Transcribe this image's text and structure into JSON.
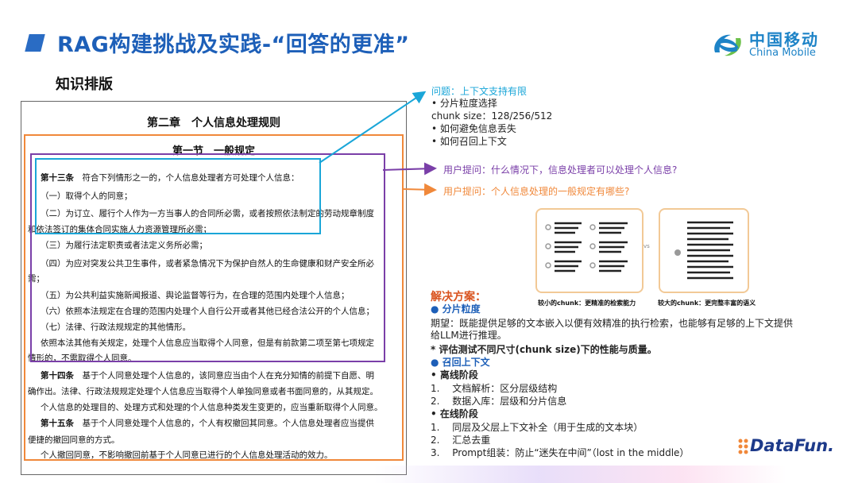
{
  "header": {
    "title": "RAG构建挑战及实践-“回答的更准”",
    "logo_cn": "中国移动",
    "logo_en": "China Mobile",
    "subtitle": "知识排版"
  },
  "document": {
    "chapter": "第二章　个人信息处理规则",
    "section": "第一节　一般规定",
    "lines": [
      {
        "lead": "第十三条",
        "text": "　符合下列情形之一的，个人信息处理者方可处理个人信息："
      },
      {
        "lead": "",
        "text": "（一）取得个人的同意；"
      },
      {
        "lead": "",
        "text": "（二）为订立、履行个人作为一方当事人的合同所必需，或者按照依法制定的劳动规章制度"
      },
      {
        "lead": "",
        "text": "和依法签订的集体合同实施人力资源管理所必需；"
      },
      {
        "lead": "",
        "text": "（三）为履行法定职责或者法定义务所必需；"
      },
      {
        "lead": "",
        "text": "（四）为应对突发公共卫生事件，或者紧急情况下为保护自然人的生命健康和财产安全所必"
      },
      {
        "lead": "",
        "text": "需；"
      },
      {
        "lead": "",
        "text": "（五）为公共利益实施新闻报道、舆论监督等行为，在合理的范围内处理个人信息；"
      },
      {
        "lead": "",
        "text": "（六）依照本法规定在合理的范围内处理个人自行公开或者其他已经合法公开的个人信息；"
      },
      {
        "lead": "",
        "text": "（七）法律、行政法规规定的其他情形。"
      },
      {
        "lead": "",
        "text": "依照本法其他有关规定，处理个人信息应当取得个人同意，但是有前款第二项至第七项规定"
      },
      {
        "lead": "",
        "text": "情形的，不需取得个人同意。"
      },
      {
        "lead": "第十四条",
        "text": "　基于个人同意处理个人信息的，该同意应当由个人在充分知情的前提下自愿、明"
      },
      {
        "lead": "",
        "text": "确作出。法律、行政法规规定处理个人信息应当取得个人单独同意或者书面同意的，从其规定。"
      },
      {
        "lead": "",
        "text": "个人信息的处理目的、处理方式和处理的个人信息种类发生变更的，应当重新取得个人同意。"
      },
      {
        "lead": "第十五条",
        "text": "　基于个人同意处理个人信息的，个人有权撤回其同意。个人信息处理者应当提供"
      },
      {
        "lead": "",
        "text": "便捷的撤回同意的方式。"
      },
      {
        "lead": "",
        "text": "个人撤回同意，不影响撤回前基于个人同意已进行的个人信息处理活动的效力。"
      }
    ]
  },
  "problem": {
    "title": "问题：上下文支持有限",
    "items": [
      "•  分片粒度选择",
      "    chunk size：128/256/512",
      "•  如何避免信息丢失",
      "•  如何召回上下文"
    ]
  },
  "user_questions": {
    "q1": "用户提问：什么情况下，信息处理者可以处理个人信息?",
    "q2": "用户提问：个人信息处理的一般规定有哪些?"
  },
  "illustration": {
    "vs": "vs",
    "small_caption": "较小的chunk：更精准的检索能力",
    "large_caption": "较大的chunk：更完整丰富的语义"
  },
  "solution": {
    "title": "解决方案：",
    "lines": [
      {
        "text": "●  分片粒度",
        "style": "blue"
      },
      {
        "text": "期望：既能提供足够的文本嵌入以便有效精准的执行检索，也能够有足够的上下文提供",
        "style": ""
      },
      {
        "text": "给LLM进行推理。",
        "style": ""
      },
      {
        "text": "* 评估测试不同尺寸(chunk size)下的性能与质量。",
        "style": "bold"
      },
      {
        "text": "●  召回上下文",
        "style": "blue"
      },
      {
        "text": "•  离线阶段",
        "style": "bold"
      },
      {
        "text": "1.　  文档解析：区分层级结构",
        "style": ""
      },
      {
        "text": "2.　  数据入库：层级和分片信息",
        "style": ""
      },
      {
        "text": "•  在线阶段",
        "style": "bold"
      },
      {
        "text": "1.　  同层及父层上下文补全（用于生成的文本块）",
        "style": ""
      },
      {
        "text": "2.　  汇总去重",
        "style": ""
      },
      {
        "text": "3.　  Prompt组装：防止“迷失在中间”（lost in the middle）",
        "style": ""
      }
    ]
  },
  "footer": {
    "brand": "DataFun."
  },
  "colors": {
    "title_blue": "#1d5fb8",
    "orange": "#f0883a",
    "purple": "#7a3fa8",
    "cyan": "#1aa6d8",
    "solution_red": "#d9531e"
  }
}
